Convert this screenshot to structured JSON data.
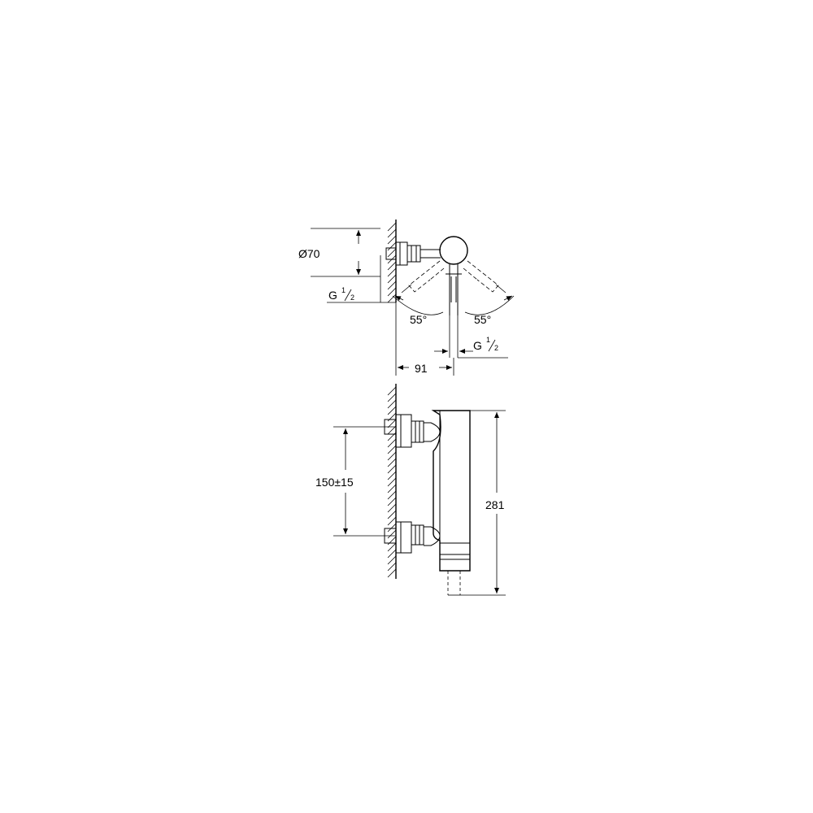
{
  "top_view": {
    "diameter_label": "Ø70",
    "thread_left": {
      "main": "G",
      "num": "1",
      "den": "2"
    },
    "angle_left": "55°",
    "angle_right": "55°",
    "thread_bottom": {
      "main": "G",
      "num": "1",
      "den": "2"
    },
    "depth_label": "91"
  },
  "front_view": {
    "spacing_label": "150±15",
    "height_label": "281"
  }
}
